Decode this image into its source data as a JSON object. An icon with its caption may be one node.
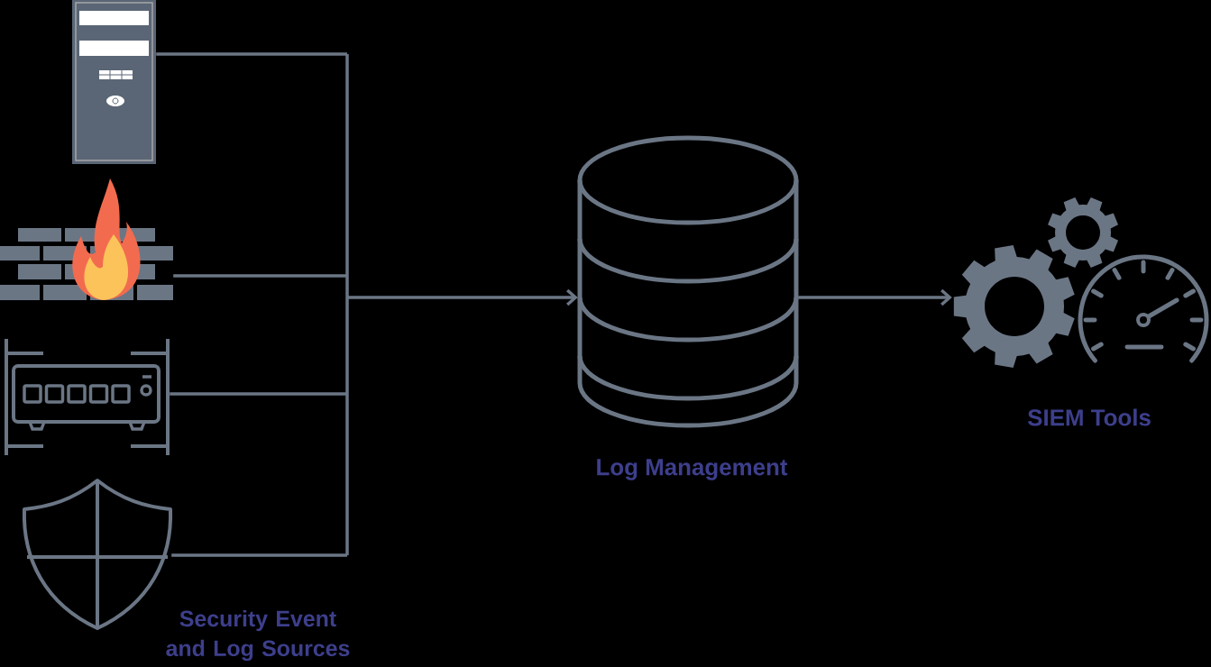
{
  "diagram": {
    "nodes": [
      {
        "text": [],
        "shape": "picture"
      },
      {
        "text": [],
        "shape": "picture"
      },
      {
        "text": [],
        "shape": "picture"
      },
      {
        "text": [],
        "shape": "picture"
      },
      {
        "text": [
          "Log Management"
        ]
      },
      {
        "text": [
          "SIEM Tools"
        ]
      }
    ],
    "edges": [
      {
        "from": 0,
        "to": 4,
        "arrow": "to"
      },
      {
        "from": 1,
        "to": 4,
        "arrow": "to"
      },
      {
        "from": 2,
        "to": 4,
        "arrow": "to"
      },
      {
        "from": 3,
        "to": 4,
        "arrow": "to"
      },
      {
        "from": 4,
        "to": 5,
        "arrow": "to"
      }
    ],
    "labels": [
      "Security Event and Log Sources"
    ]
  }
}
